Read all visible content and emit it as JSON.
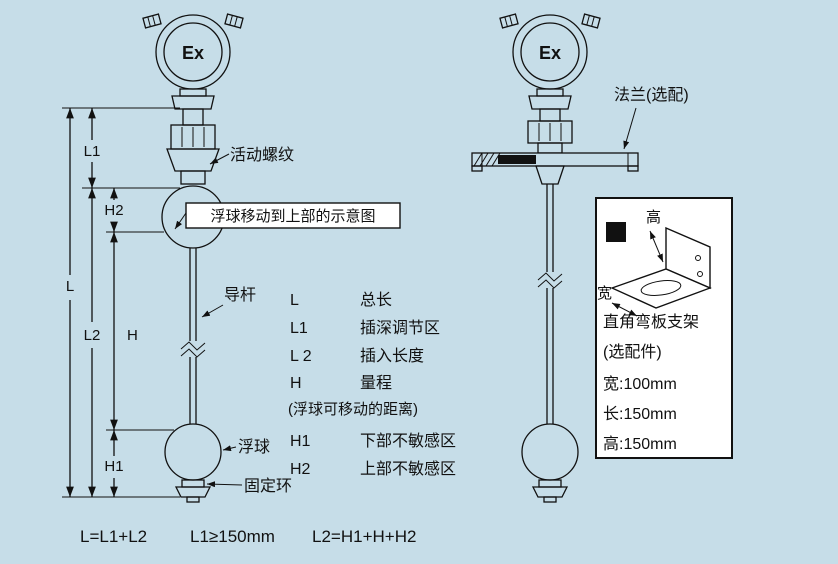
{
  "colors": {
    "background": "#c6dde8",
    "ink": "#111111",
    "panel": "#ffffff"
  },
  "left_device": {
    "ex_label": "Ex",
    "thread_label": "活动螺纹",
    "note_box": "浮球移动到上部的示意图",
    "guide_rod_label": "导杆",
    "float_label": "浮球",
    "fixing_ring_label": "固定环",
    "dims": {
      "l": "L",
      "l1": "L1",
      "l2": "L2",
      "h": "H",
      "h1": "H1",
      "h2": "H2"
    }
  },
  "legend": {
    "rows": [
      {
        "symbol": "L",
        "desc": "总长"
      },
      {
        "symbol": "L1",
        "desc": "插深调节区"
      },
      {
        "symbol": "L 2",
        "desc": "插入长度"
      },
      {
        "symbol": "H",
        "desc": "量程"
      },
      {
        "symbol": "H1",
        "desc": "下部不敏感区"
      },
      {
        "symbol": "H2",
        "desc": "上部不敏感区"
      }
    ],
    "note": "(浮球可移动的距离)"
  },
  "right_device": {
    "ex_label": "Ex",
    "flange_label": "法兰(选配)"
  },
  "bracket_panel": {
    "height_label": "高",
    "width_label": "宽",
    "title": "直角弯板支架",
    "subtitle": "(选配件)",
    "spec_width": "宽:100mm",
    "spec_length": "长:150mm",
    "spec_height": "高:150mm"
  },
  "formulas": {
    "total": "L=L1+L2",
    "min_l1": "L1≥150mm",
    "l2_sum": "L2=H1+H+H2"
  }
}
